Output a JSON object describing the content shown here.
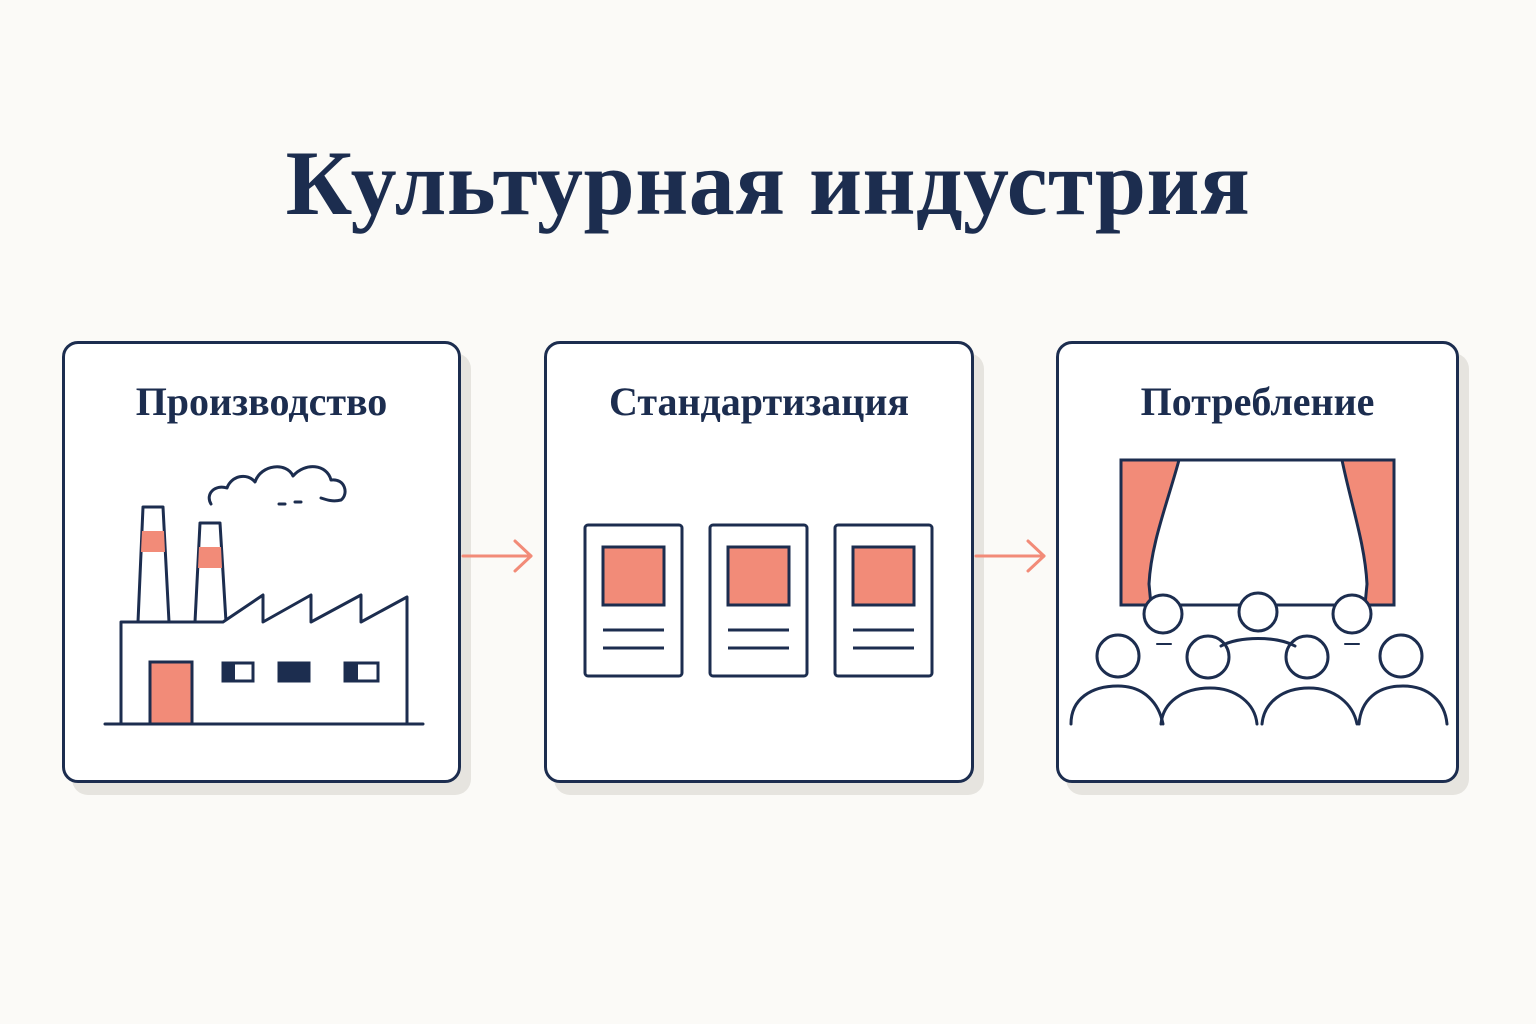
{
  "title": "Культурная индустрия",
  "stages": [
    {
      "label": "Производство",
      "icon": "factory-icon"
    },
    {
      "label": "Стандартизация",
      "icon": "standardized-products-icon"
    },
    {
      "label": "Потребление",
      "icon": "audience-theater-icon"
    }
  ],
  "colors": {
    "navy": "#1c2d4f",
    "accent": "#f28b78",
    "background": "#fbfaf7",
    "card": "#ffffff",
    "shadow": "#e6e4df"
  }
}
